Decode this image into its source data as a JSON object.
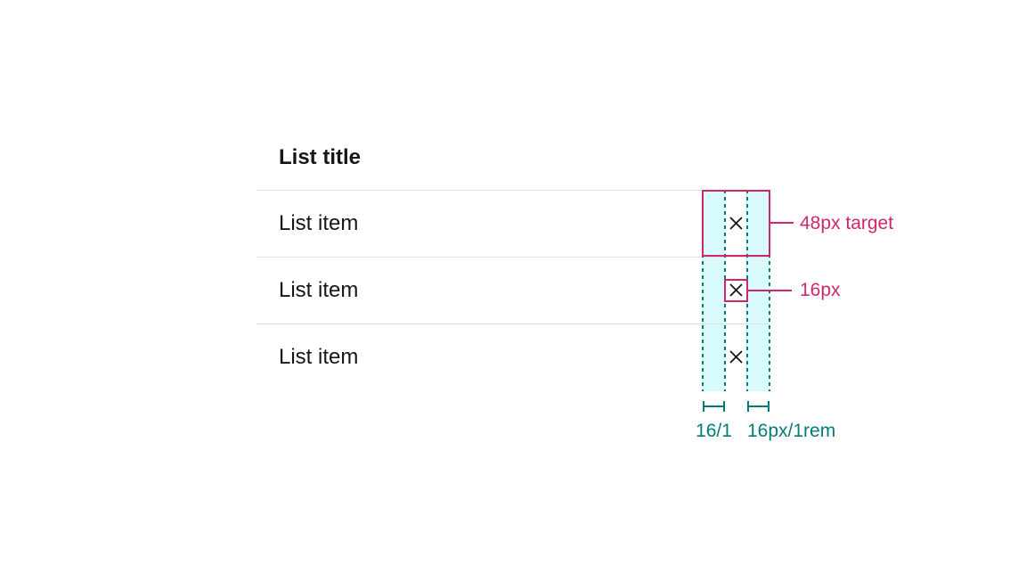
{
  "list": {
    "title": "List title",
    "items": [
      {
        "label": "List item"
      },
      {
        "label": "List item"
      },
      {
        "label": "List item"
      }
    ]
  },
  "annotations": {
    "target_label": "48px target",
    "icon_size_label": "16px",
    "left_spacing_label": "16/1",
    "right_spacing_label": "16px/1rem"
  },
  "colors": {
    "pink": "#d02670",
    "teal": "#007d79",
    "teal_fill": "#d9fbfb",
    "divider": "#e0e0e0",
    "text": "#161616"
  }
}
